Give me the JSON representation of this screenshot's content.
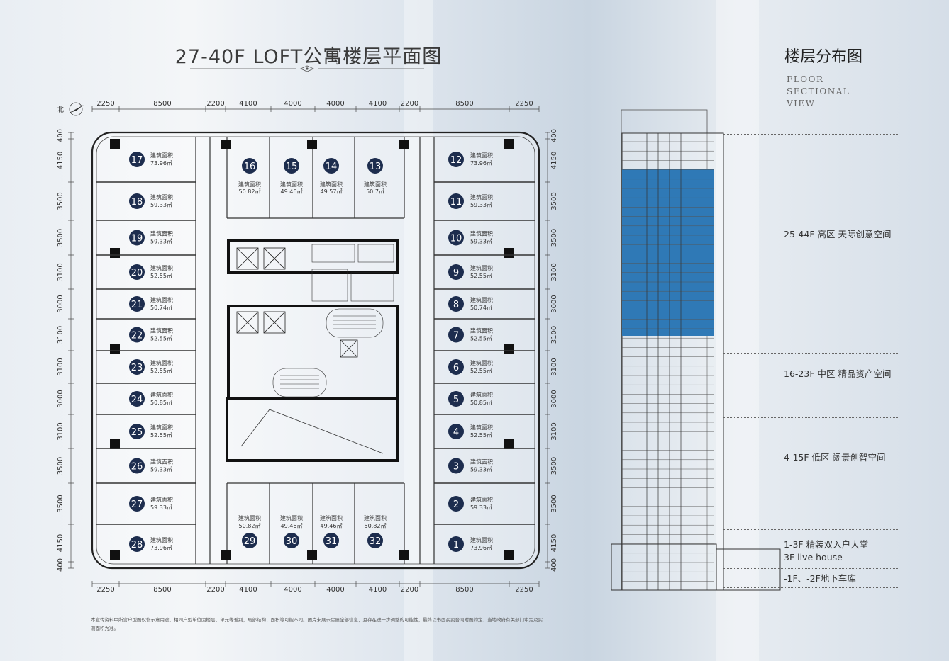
{
  "plan_title": "27-40F LOFT公寓楼层平面图",
  "north_label": "北",
  "area_label": "建筑面积",
  "top_dims": [
    "2250",
    "8500",
    "2200",
    "4100",
    "4000",
    "4000",
    "4100",
    "2200",
    "8500",
    "2250"
  ],
  "bottom_dims": [
    "2250",
    "8500",
    "2200",
    "4100",
    "4000",
    "4000",
    "4100",
    "2200",
    "8500",
    "2250"
  ],
  "left_dims": [
    "400",
    "4150",
    "3500",
    "3500",
    "3100",
    "3000",
    "3100",
    "3100",
    "3000",
    "3100",
    "3500",
    "3500",
    "4150",
    "400"
  ],
  "right_dims": [
    "400",
    "4150",
    "3500",
    "3500",
    "3100",
    "3000",
    "3100",
    "3100",
    "3000",
    "3100",
    "3500",
    "3500",
    "4150",
    "400"
  ],
  "units": [
    {
      "no": "17",
      "area": "73.96㎡"
    },
    {
      "no": "18",
      "area": "59.33㎡"
    },
    {
      "no": "19",
      "area": "59.33㎡"
    },
    {
      "no": "20",
      "area": "52.55㎡"
    },
    {
      "no": "21",
      "area": "50.74㎡"
    },
    {
      "no": "22",
      "area": "52.55㎡"
    },
    {
      "no": "23",
      "area": "52.55㎡"
    },
    {
      "no": "24",
      "area": "50.85㎡"
    },
    {
      "no": "25",
      "area": "52.55㎡"
    },
    {
      "no": "26",
      "area": "59.33㎡"
    },
    {
      "no": "27",
      "area": "59.33㎡"
    },
    {
      "no": "28",
      "area": "73.96㎡"
    },
    {
      "no": "12",
      "area": "73.96㎡"
    },
    {
      "no": "11",
      "area": "59.33㎡"
    },
    {
      "no": "10",
      "area": "59.33㎡"
    },
    {
      "no": "9",
      "area": "52.55㎡"
    },
    {
      "no": "8",
      "area": "50.74㎡"
    },
    {
      "no": "7",
      "area": "52.55㎡"
    },
    {
      "no": "6",
      "area": "52.55㎡"
    },
    {
      "no": "5",
      "area": "50.85㎡"
    },
    {
      "no": "4",
      "area": "52.55㎡"
    },
    {
      "no": "3",
      "area": "59.33㎡"
    },
    {
      "no": "2",
      "area": "59.33㎡"
    },
    {
      "no": "1",
      "area": "73.96㎡"
    },
    {
      "no": "16",
      "area": "50.82㎡"
    },
    {
      "no": "15",
      "area": "49.46㎡"
    },
    {
      "no": "14",
      "area": "49.57㎡"
    },
    {
      "no": "13",
      "area": "50.7㎡"
    },
    {
      "no": "29",
      "area": "50.82㎡"
    },
    {
      "no": "30",
      "area": "49.46㎡"
    },
    {
      "no": "31",
      "area": "49.46㎡"
    },
    {
      "no": "32",
      "area": "50.82㎡"
    }
  ],
  "distribution": {
    "title": "楼层分布图",
    "subtitle": [
      "FLOOR",
      "SECTIONAL",
      "VIEW"
    ],
    "zones": [
      {
        "line1": "25-44F 高区 天际创意空间"
      },
      {
        "line1": "16-23F 中区 精品资产空间"
      },
      {
        "line1": "4-15F 低区 阔景创智空间"
      },
      {
        "line1": "1-3F 精装双入户大堂",
        "line2": "3F  live house"
      },
      {
        "line1": "-1F、-2F地下车库"
      }
    ]
  },
  "colors": {
    "highlight": "#2f79b6",
    "wall": "#1a1a1a",
    "badge": "#1d2d4e"
  },
  "footnote": "本宣传资料中所含户型图仅作示意用途，相同户型单位因楼层、单元等差别，局部结构、面积等可能不同。图片未展示房屋全部信息，且存在进一步调整的可能性，最终以书面买卖合同附图约定、当地政府有关部门审定及实测面积为准。"
}
